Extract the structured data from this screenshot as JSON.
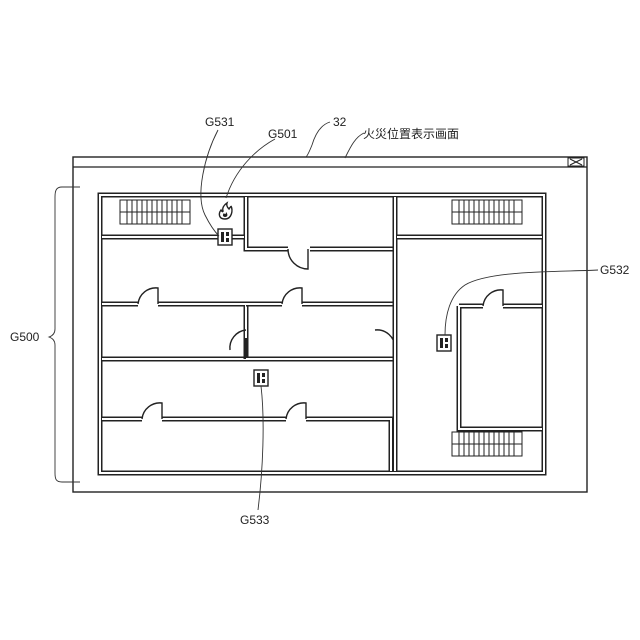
{
  "annotations": {
    "screen_ref": "32",
    "screen_title": "火災位置表示画面",
    "fire_icon_ref": "G501",
    "detector_1_ref": "G531",
    "detector_2_ref": "G532",
    "detector_3_ref": "G533",
    "map_ref": "G500"
  },
  "window": {
    "close_icon": "close-x-icon"
  },
  "icons": {
    "fire": "fire-icon",
    "detector": "fire-detector-icon",
    "stairs": "staircase-icon"
  }
}
